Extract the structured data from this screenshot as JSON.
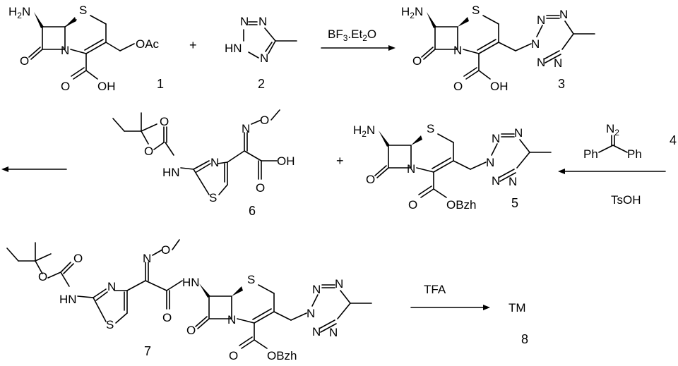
{
  "scheme": {
    "compounds": {
      "c1": {
        "number": "1",
        "groups": {
          "amine": "H2N",
          "oac": "OAc",
          "o": "O",
          "n": "N",
          "s": "S",
          "cooh_o": "O",
          "cooh_oh": "OH"
        }
      },
      "c2": {
        "number": "2",
        "groups": {
          "n": "N",
          "hn": "HN"
        }
      },
      "c3": {
        "number": "3"
      },
      "c4": {
        "number": "4",
        "groups": {
          "n2": "N2",
          "ph_left": "Ph",
          "ph_right": "Ph"
        }
      },
      "c5": {
        "number": "5",
        "groups": {
          "obzh": "OBzh"
        }
      },
      "c6": {
        "number": "6",
        "groups": {
          "o": "O",
          "n": "N",
          "hn": "HN",
          "s": "S",
          "oh": "OH"
        }
      },
      "c7": {
        "number": "7",
        "groups": {
          "hn": "HN",
          "obzh": "OBzh"
        }
      },
      "c8": {
        "number": "8",
        "label": "TM"
      }
    },
    "plus_sign": "+",
    "reagents": {
      "step1": "BF3.Et2O",
      "step2": "TsOH",
      "step4": "TFA"
    }
  }
}
